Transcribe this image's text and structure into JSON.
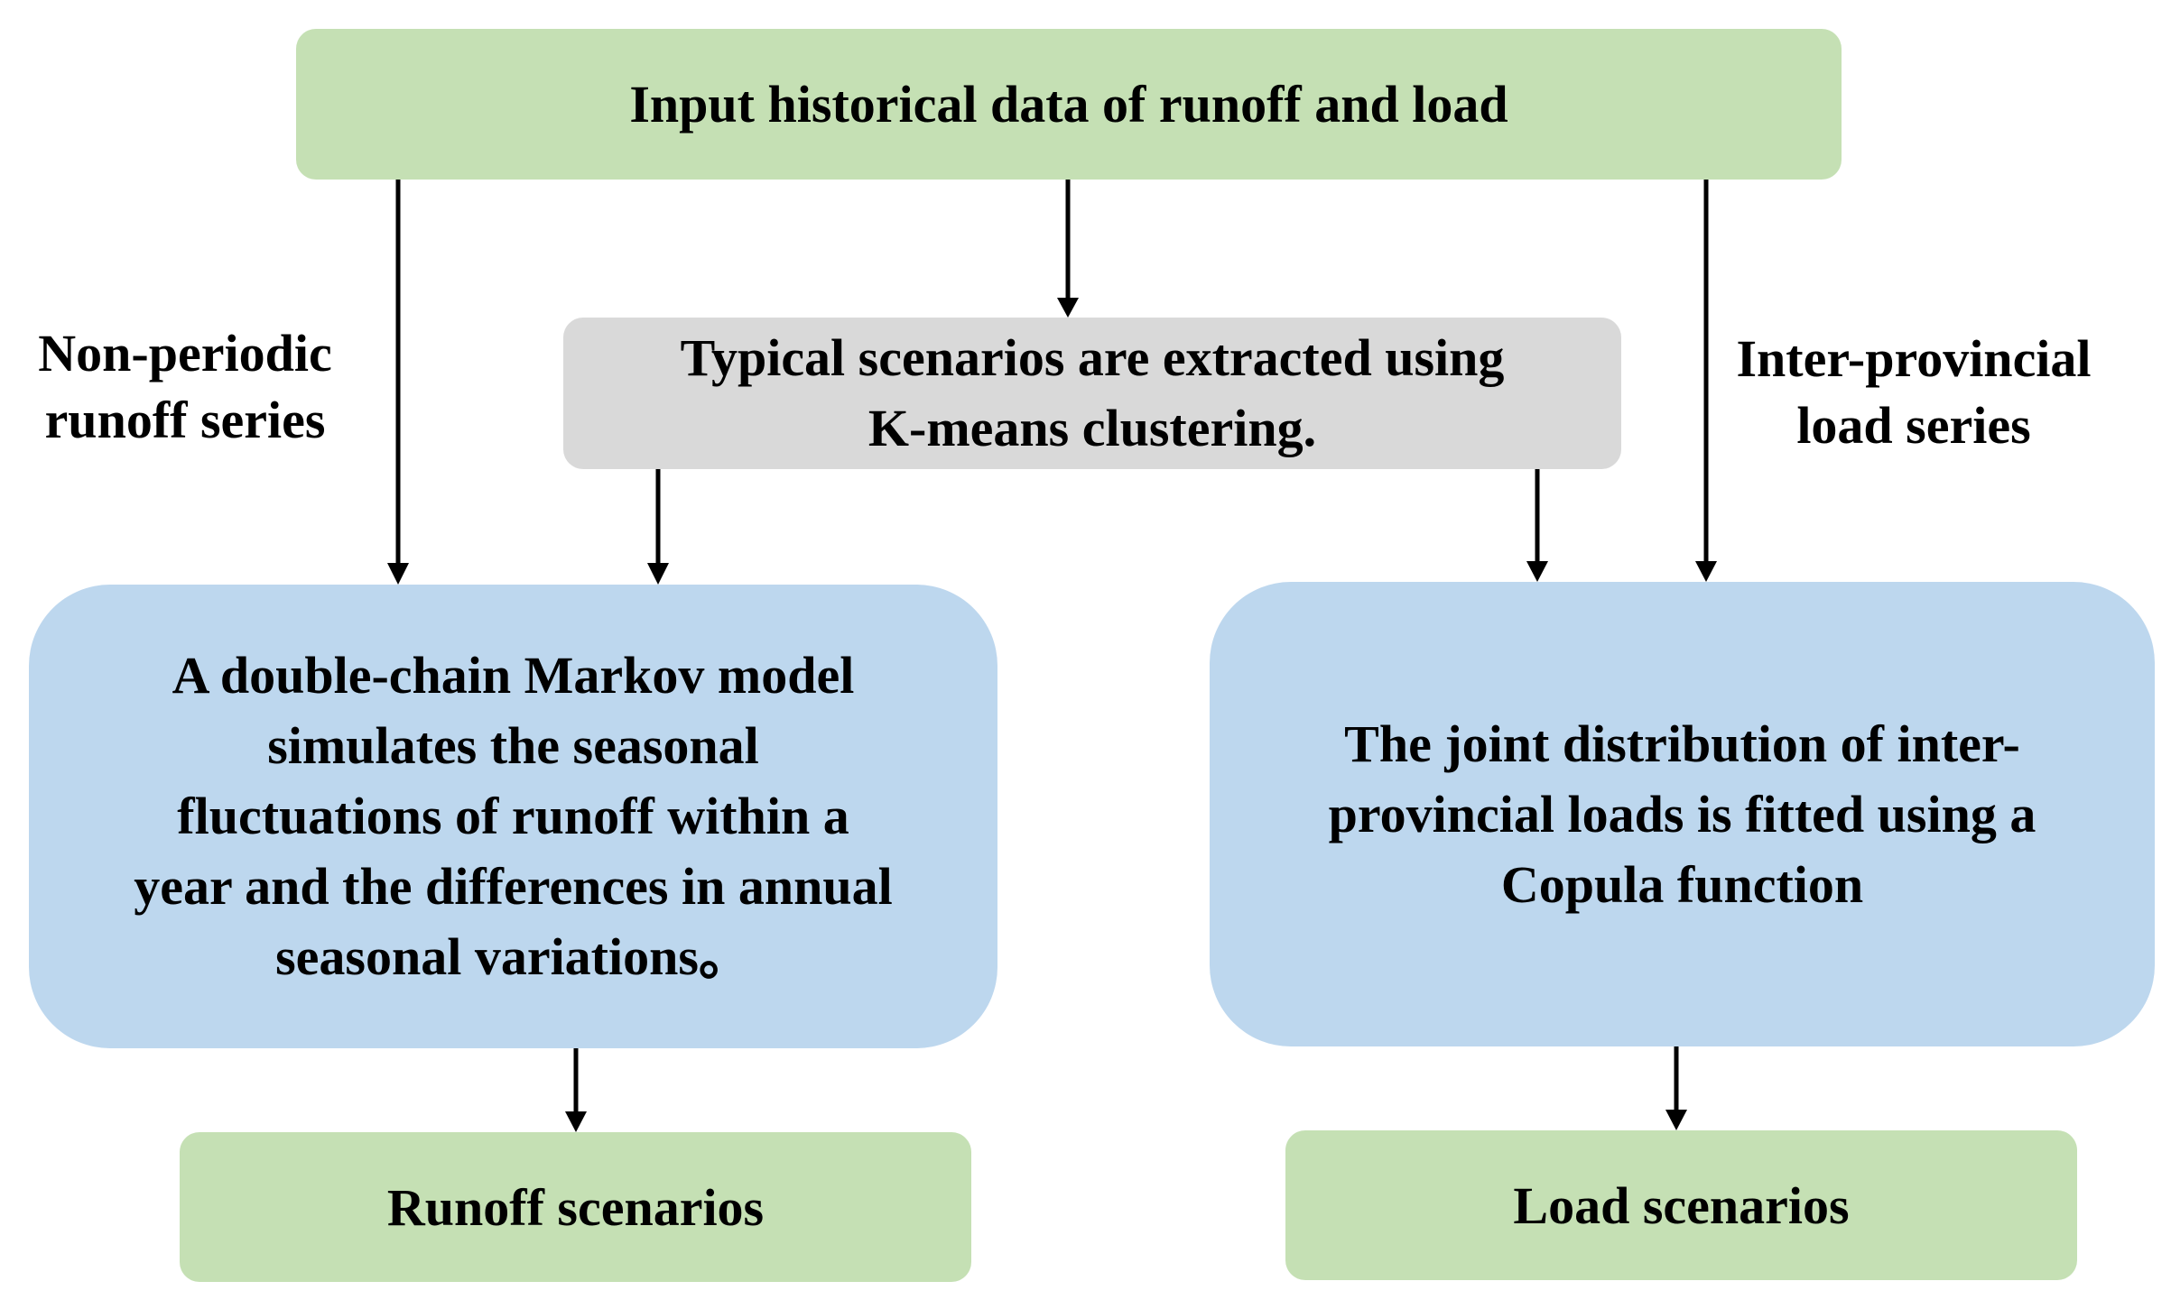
{
  "colors": {
    "green_box": "#c5e0b4",
    "gray_box": "#d9d9d9",
    "blue_box": "#bdd7ee",
    "arrow": "#000000"
  },
  "nodes": {
    "input": {
      "text": "Input historical data of runoff and load"
    },
    "kmeans": {
      "line1": "Typical scenarios are extracted using",
      "line2": "K-means clustering."
    },
    "markov": {
      "line1": "A double-chain Markov model",
      "line2": "simulates the seasonal",
      "line3": "fluctuations of runoff within a",
      "line4": "year and the differences in annual",
      "line5": "seasonal variations。"
    },
    "copula": {
      "line1": "The joint distribution of inter-",
      "line2": "provincial loads is fitted using a",
      "line3": "Copula function"
    },
    "runoff_scenarios": {
      "text": "Runoff scenarios"
    },
    "load_scenarios": {
      "text": "Load scenarios"
    }
  },
  "edge_labels": {
    "nonperiodic": {
      "line1": "Non-periodic",
      "line2": "runoff series"
    },
    "interprovincial": {
      "line1": "Inter-provincial",
      "line2": "load series"
    }
  }
}
